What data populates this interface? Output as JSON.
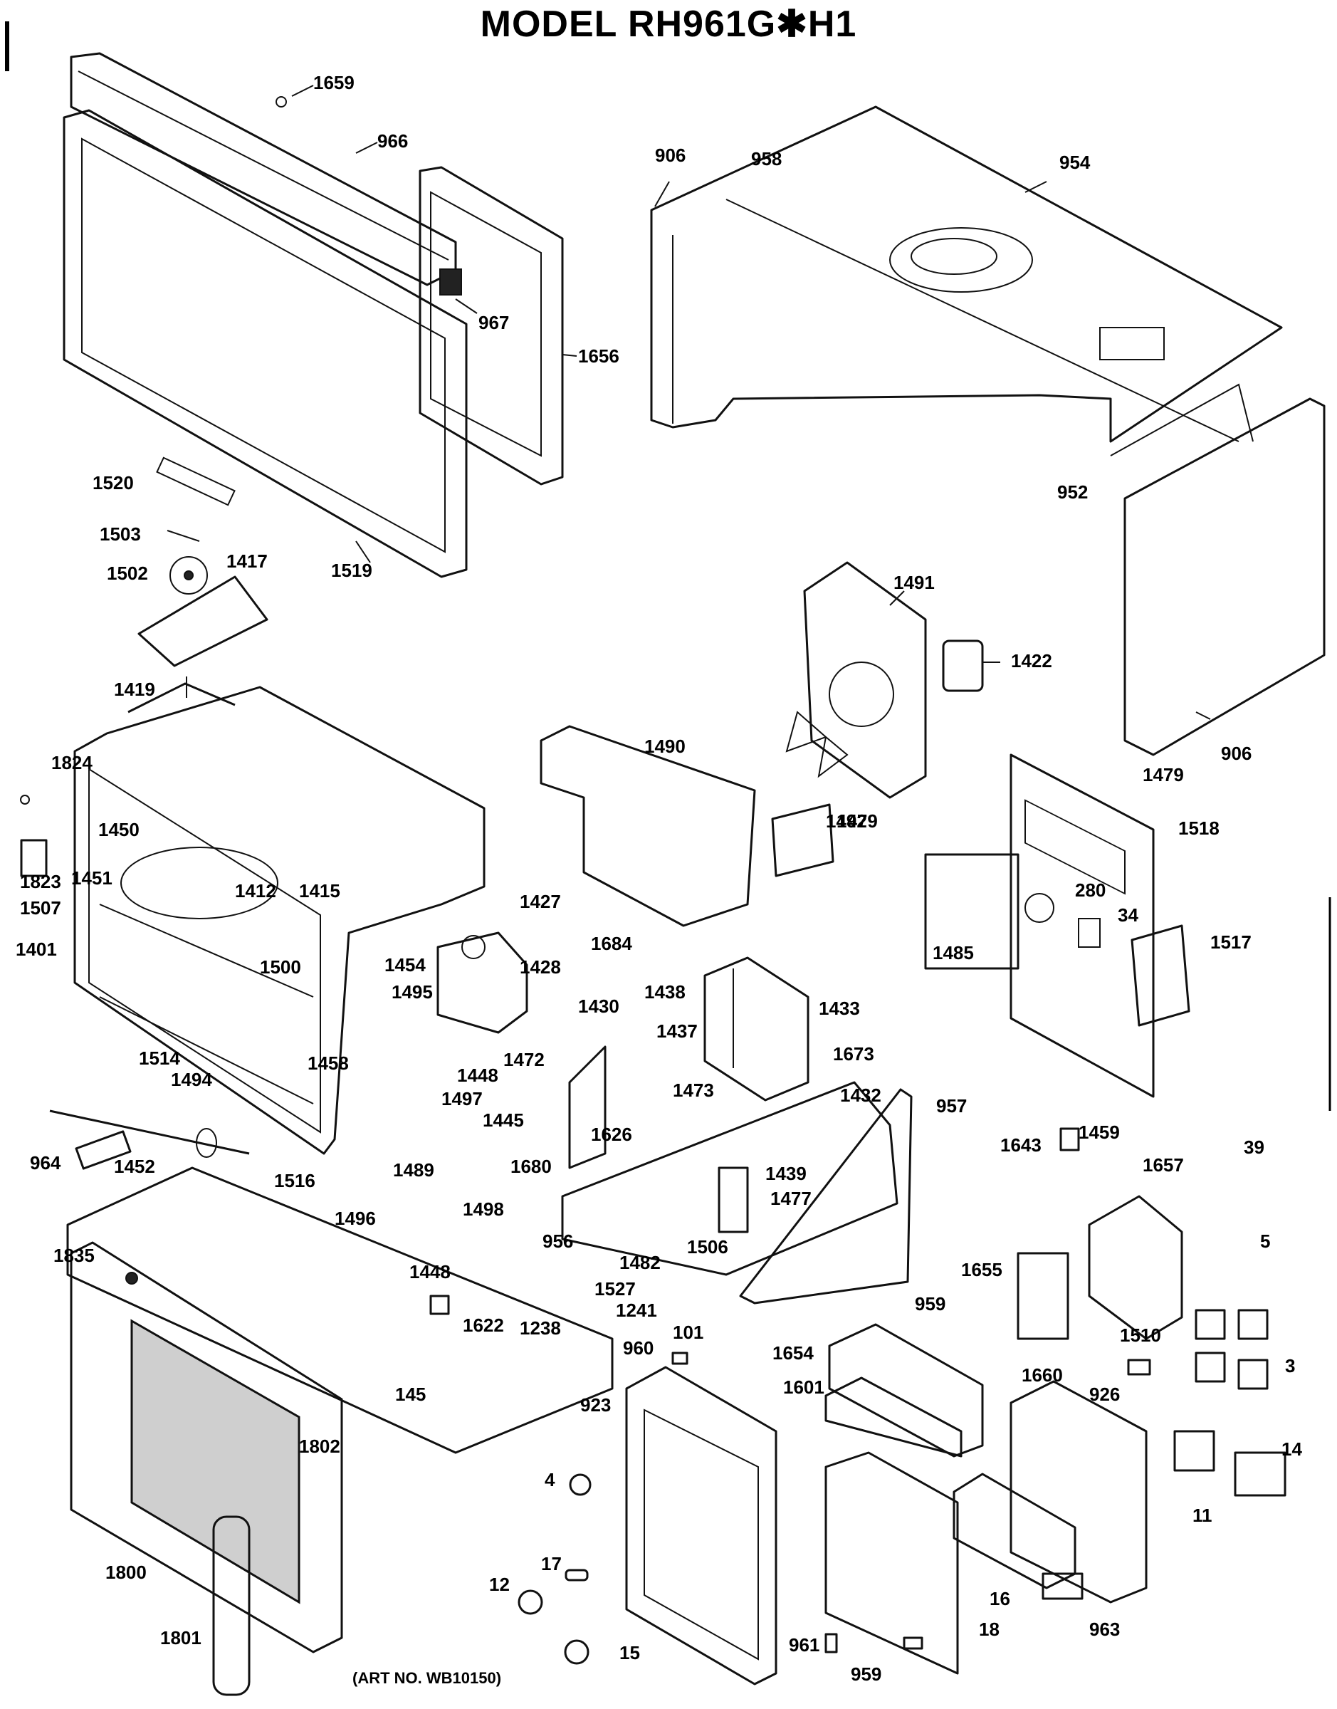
{
  "title": "MODEL RH961G✱H1",
  "art_note": "(ART NO. WB10150)",
  "part_labels": [
    "1659",
    "966",
    "967",
    "1656",
    "906",
    "958",
    "954",
    "952",
    "906",
    "1520",
    "1503",
    "1502",
    "1417",
    "1519",
    "1491",
    "1422",
    "1419",
    "1490",
    "1492",
    "1824",
    "1823",
    "1451",
    "1450",
    "1507",
    "1401",
    "1412",
    "1415",
    "1500",
    "1427",
    "1684",
    "1479",
    "1479",
    "1518",
    "280",
    "34",
    "1485",
    "1517",
    "1454",
    "1495",
    "1428",
    "1430",
    "1438",
    "1437",
    "1433",
    "1673",
    "1514",
    "1494",
    "1458",
    "1448",
    "1472",
    "1497",
    "1445",
    "1473",
    "1432",
    "957",
    "964",
    "1452",
    "1516",
    "1489",
    "1498",
    "1626",
    "1680",
    "1439",
    "1477",
    "1643",
    "1459",
    "39",
    "1657",
    "1496",
    "956",
    "1482",
    "1506",
    "5",
    "1448",
    "1835",
    "1527",
    "1241",
    "1655",
    "959",
    "1622",
    "1238",
    "101",
    "960",
    "1654",
    "1660",
    "1510",
    "145",
    "923",
    "1601",
    "926",
    "3",
    "1802",
    "4",
    "17",
    "14",
    "12",
    "11",
    "16",
    "1800",
    "1801",
    "15",
    "961",
    "959",
    "18",
    "963"
  ],
  "colors": {
    "ink": "#111111",
    "glass": "#cfcfcf",
    "paper": "#ffffff"
  }
}
